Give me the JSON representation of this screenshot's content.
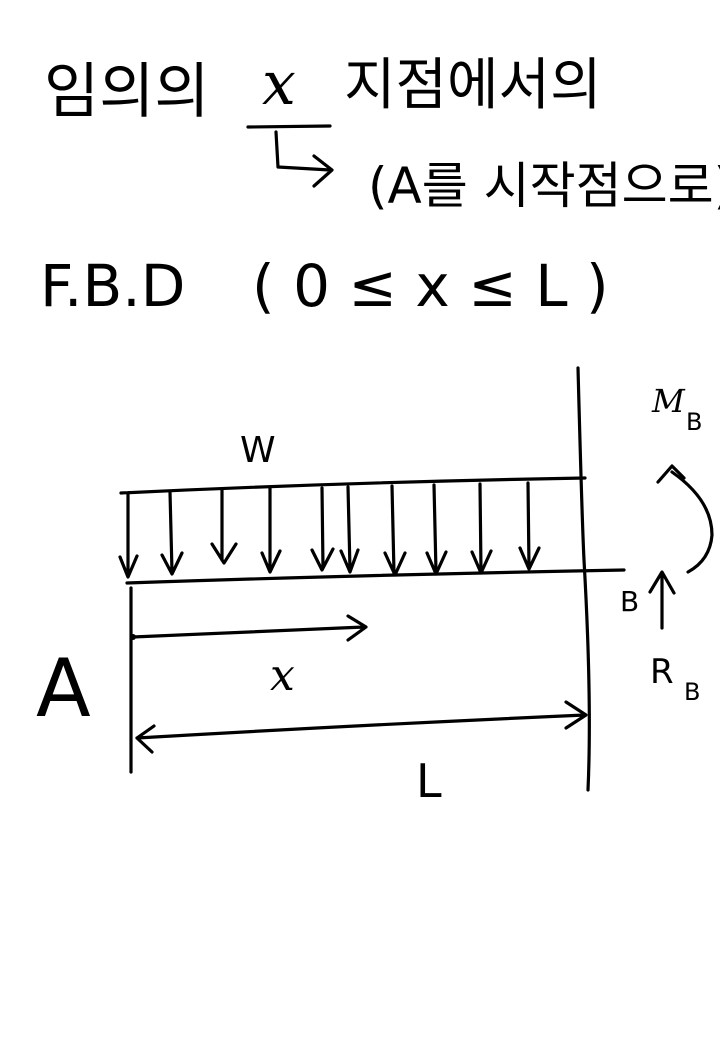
{
  "header": {
    "line1_prefix": "임의의",
    "line1_var": "x",
    "line1_suffix": "지점에서의",
    "line2": "(A를 시작점으로)",
    "line3_label": "F.B.D",
    "line3_range": "( 0 ≤ x ≤ L )"
  },
  "diagram": {
    "load_label": "W",
    "left_end_label": "A",
    "right_end_label": "B",
    "moment_label": "M",
    "moment_sub": "B",
    "reaction_label": "R",
    "reaction_sub": "B",
    "position_label": "x",
    "length_label": "L"
  }
}
